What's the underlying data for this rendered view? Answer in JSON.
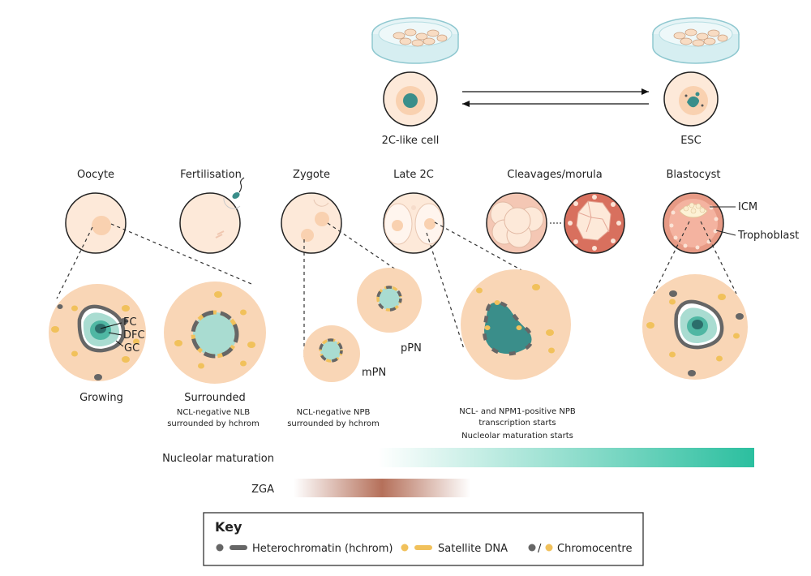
{
  "top": {
    "two_c_like_label": "2C-like cell",
    "esc_label": "ESC"
  },
  "stages": {
    "oocyte": "Oocyte",
    "fertilisation": "Fertilisation",
    "zygote": "Zygote",
    "late2c": "Late 2C",
    "morula": "Cleavages/morula",
    "blastocyst": "Blastocyst"
  },
  "blastocyst_labels": {
    "icm": "ICM",
    "trophoblast": "Trophoblast"
  },
  "nucleus_labels": {
    "fc": "FC",
    "dfc": "DFC",
    "gc": "GC",
    "growing": "Growing",
    "surrounded": "Surrounded",
    "surrounded_desc1": "NCL-negative NLB",
    "surrounded_desc2": "surrounded by hchrom",
    "mpn": "mPN",
    "ppn": "pPN",
    "zygote_desc1": "NCL-negative NPB",
    "zygote_desc2": "surrounded by hchrom",
    "late2c_desc1": "NCL- and NPM1-positive NPB",
    "late2c_desc2": "transcription starts",
    "late2c_desc3": "Nucleolar maturation starts"
  },
  "gradients": {
    "nucleolar_label": "Nucleolar maturation",
    "zga_label": "ZGA",
    "nucleolar_color": "#2bbf9f",
    "zga_color": "#b5705a"
  },
  "key": {
    "title": "Key",
    "heterochromatin": "Heterochromatin (hchrom)",
    "satellite": "Satellite DNA",
    "slash": "/",
    "chromocentre": "Chromocentre"
  },
  "colors": {
    "cytoplasm": "#fde9d9",
    "nucleus_bg": "#f9d1b0",
    "teal": "#3a8e8a",
    "teal_light": "#a9dcd1",
    "gray": "#666666",
    "yellow": "#f1c15b",
    "blastocyst": "#e79a85",
    "morula": "#d8705e"
  }
}
